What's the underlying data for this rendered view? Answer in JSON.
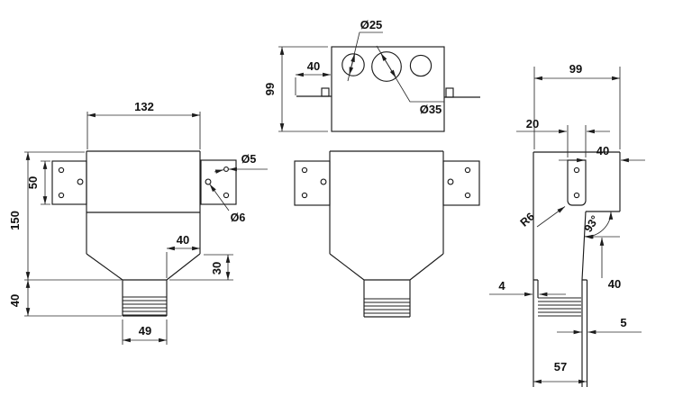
{
  "drawing": {
    "type": "engineering-three-view",
    "colors": {
      "line": "#1c1c1c",
      "background": "#ffffff"
    },
    "front_view": {
      "dims": {
        "body_width": "132",
        "ear_height": "50",
        "total_height": "150",
        "spout_height": "40",
        "slope_inset": "40",
        "slope_height": "30",
        "spout_width": "49",
        "hole_small": "Ø5",
        "hole_large": "Ø6"
      }
    },
    "top_view": {
      "dims": {
        "depth": "99",
        "tab_offset": "40",
        "hole_left": "Ø25",
        "hole_center": "Ø35"
      }
    },
    "side_view": {
      "dims": {
        "depth": "99",
        "ear_thickness": "20",
        "top_inset": "40",
        "corner_radius": "R6",
        "wall_angle": "93°",
        "wall_drop": "40",
        "relief_groove": "4",
        "wall_thickness": "5",
        "spout_depth": "57"
      }
    }
  }
}
